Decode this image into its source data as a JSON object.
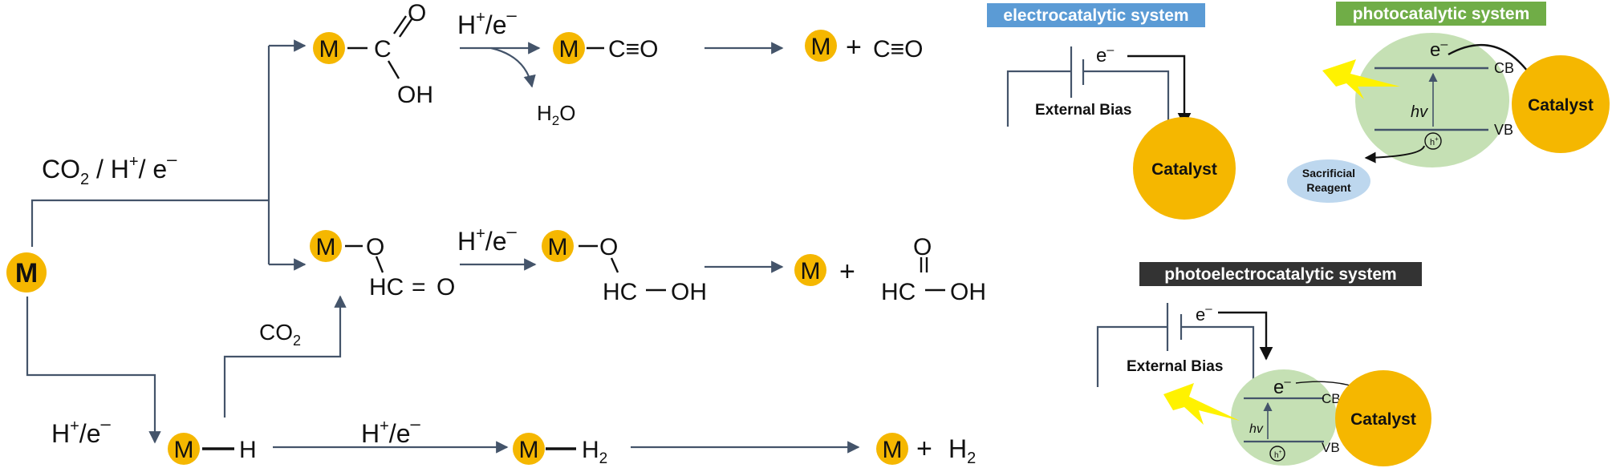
{
  "colors": {
    "metal": "#F5B700",
    "arrow": "#44546A",
    "electro_title": "#5B9BD5",
    "photo_title": "#70AD47",
    "photoelectro_title": "#333333",
    "semiconductor": "#C5E0B4",
    "sacrificial": "#BDD7EE",
    "lightning": "#FFF200"
  },
  "pathway": {
    "metal": "M",
    "reagent_top": "CO",
    "reagent_top_sub": "2",
    "reagent_top_rest": " / H",
    "reagent_top_plus": "+",
    "reagent_top_tail": "/ e",
    "reagent_top_minus": "–",
    "carboxyl_c": "C",
    "carboxyl_o": "O",
    "carboxyl_oh": "OH",
    "step_h": "H",
    "step_plus": "+",
    "step_e": "/e",
    "step_minus": "–",
    "water": "H",
    "water_sub": "2",
    "water_o": "O",
    "carbonyl": "C≡O",
    "plus": "+",
    "formate_o": "O",
    "formate_hc": "HC",
    "formate_eq": "=",
    "formate_o2": "O",
    "formic_o": "O",
    "formic_hc": "HC",
    "formic_oh": "OH",
    "hydride_h": "H",
    "co2": "CO",
    "co2_sub": "2",
    "h2": "H",
    "h2_sub": "2"
  },
  "electro": {
    "title": "electrocatalytic system",
    "electron": "e",
    "minus": "–",
    "bias": "External Bias",
    "catalyst": "Catalyst"
  },
  "photo": {
    "title": "photocatalytic system",
    "electron": "e",
    "minus": "–",
    "cb": "CB",
    "vb": "VB",
    "hv": "hv",
    "hole": "h",
    "hole_plus": "+",
    "catalyst": "Catalyst",
    "sacrificial_1": "Sacrificial",
    "sacrificial_2": "Reagent"
  },
  "photoelectro": {
    "title": "photoelectrocatalytic system",
    "electron": "e",
    "minus": "–",
    "bias": "External Bias",
    "cb": "CB",
    "vb": "VB",
    "hv": "hv",
    "hole": "h",
    "hole_plus": "+",
    "catalyst": "Catalyst"
  }
}
